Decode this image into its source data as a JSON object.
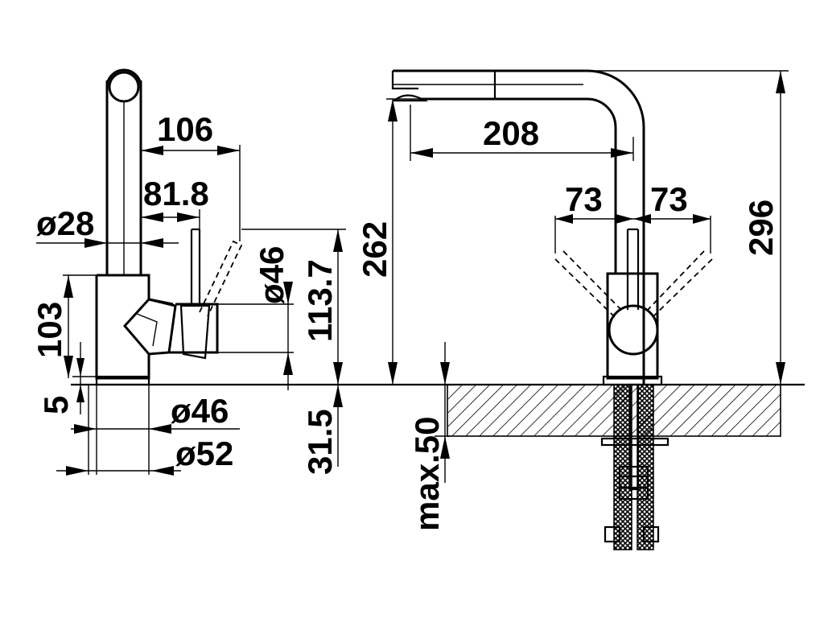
{
  "dimensions": {
    "d106": "106",
    "d81_8": "81.8",
    "d28": "ø28",
    "d46_top": "ø46",
    "d113_7": "113.7",
    "d262": "262",
    "d103": "103",
    "d5": "5",
    "d46_base": "ø46",
    "d52": "ø52",
    "d31_5": "31.5",
    "d208": "208",
    "d73_left": "73",
    "d73_right": "73",
    "d296": "296",
    "dmax50": "max.50"
  },
  "colors": {
    "line": "#000000",
    "background": "#ffffff"
  }
}
